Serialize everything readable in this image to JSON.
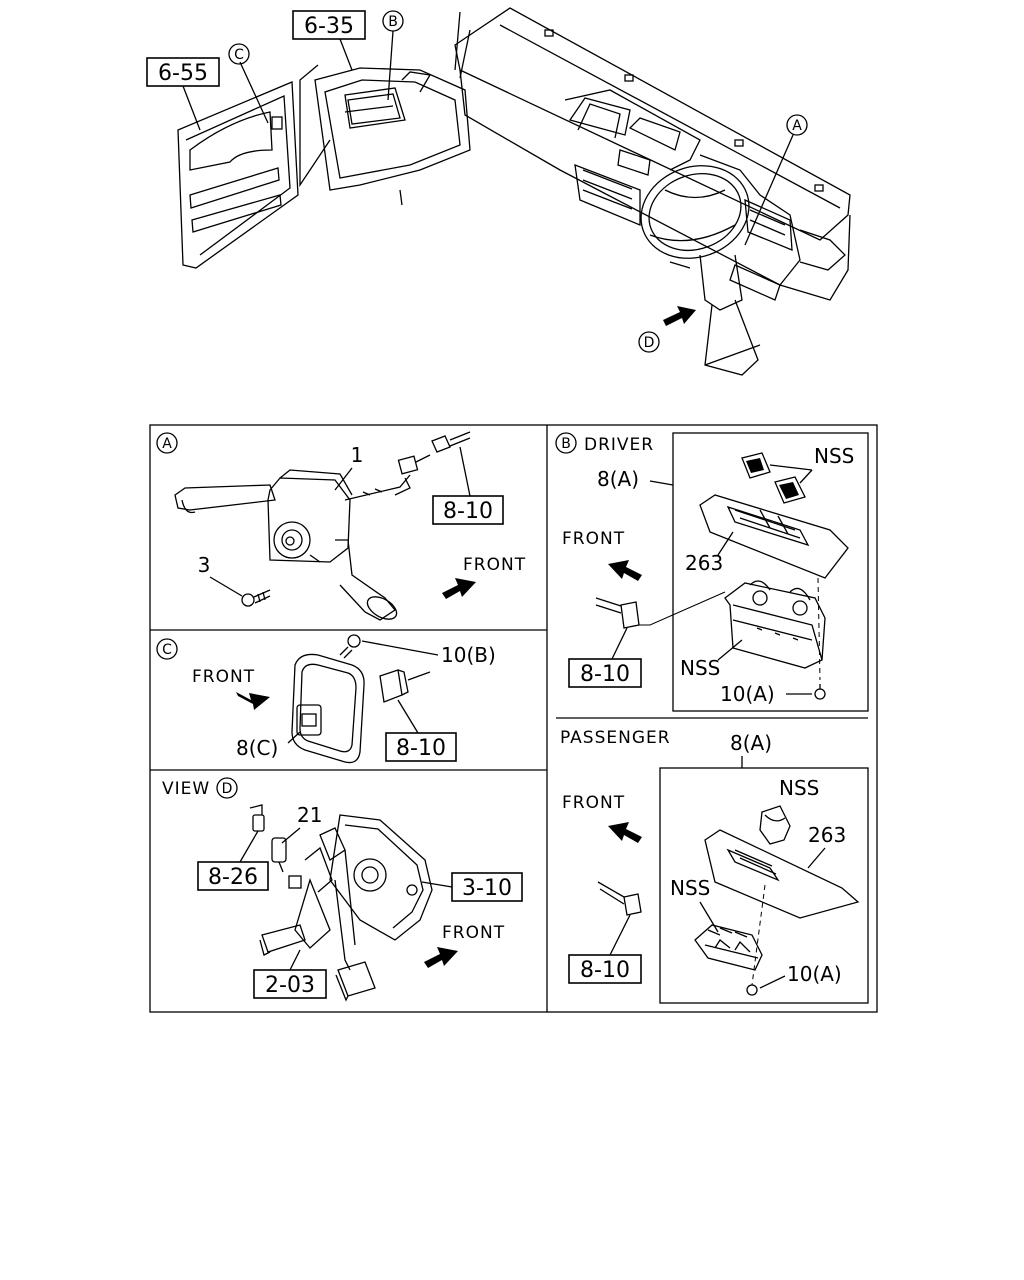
{
  "overview": {
    "ref_door": "6-55",
    "ref_dash": "6-35",
    "callout_a": "A",
    "callout_b": "B",
    "callout_c": "C",
    "callout_d": "D"
  },
  "panel_a": {
    "id": "A",
    "part_switch": "1",
    "part_screw": "3",
    "ref": "8-10",
    "front": "FRONT"
  },
  "panel_b": {
    "id": "B",
    "title": "DRIVER",
    "part_assembly": "8(A)",
    "nss_top": "NSS",
    "part_bezel": "263",
    "nss_bottom": "NSS",
    "part_screw": "10(A)",
    "ref": "8-10",
    "front": "FRONT"
  },
  "panel_passenger": {
    "title": "PASSENGER",
    "part_assembly": "8(A)",
    "nss_top": "NSS",
    "part_bezel": "263",
    "nss_bottom": "NSS",
    "part_screw": "10(A)",
    "ref": "8-10",
    "front": "FRONT"
  },
  "panel_c": {
    "id": "C",
    "part_bolt": "10(B)",
    "part_switch": "8(C)",
    "ref": "8-10",
    "front": "FRONT"
  },
  "panel_d": {
    "title": "VIEW",
    "id": "D",
    "part_sensor": "21",
    "ref_sensor": "8-26",
    "ref_pedal_box": "3-10",
    "ref_pedals": "2-03",
    "front": "FRONT"
  }
}
